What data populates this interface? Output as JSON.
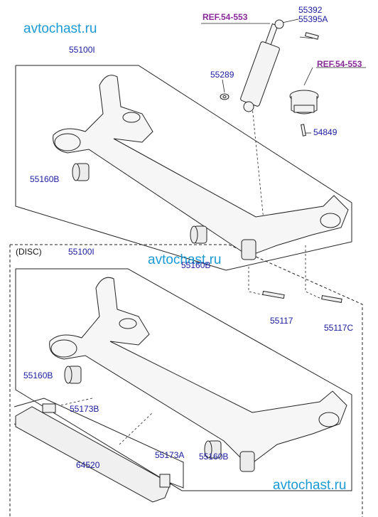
{
  "watermarks": [
    "avtochast.ru",
    "avtochast.ru",
    "avtochast.ru"
  ],
  "refs": [
    "REF.54-553",
    "REF.54-553"
  ],
  "variant_label": "(DISC)",
  "parts": {
    "top_beam": "55100I",
    "shock_bolt": "55392",
    "shock_nut": "55395A",
    "washer": "55289",
    "mount_bolt": "54849",
    "bushing_left_top": "55160B",
    "bushing_right_top": "55160B",
    "bolt_a": "55117",
    "bolt_c": "55117C",
    "bottom_beam": "55100I",
    "bushing_left_bottom": "55160B",
    "bracket_b": "55173B",
    "bracket_a": "55173A",
    "bushing_right_bottom": "55160B",
    "heat_shield": "64520"
  },
  "colors": {
    "label": "#1a1aa0",
    "ref": "#8a2a9a",
    "watermark": "#1b9ad6",
    "line": "#222222"
  }
}
